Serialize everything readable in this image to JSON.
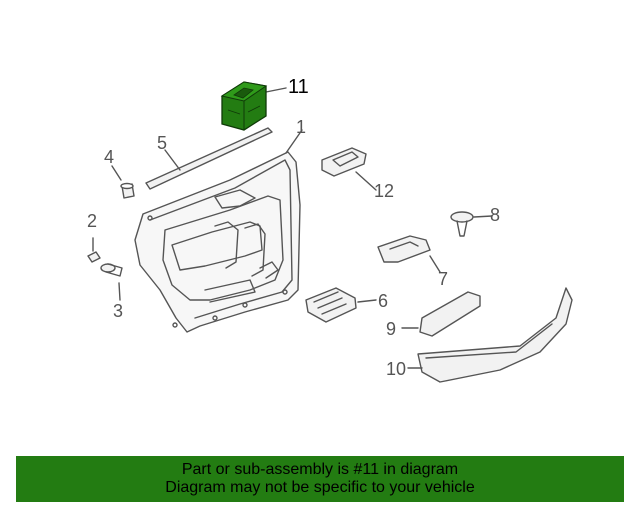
{
  "diagram": {
    "callouts": [
      "1",
      "2",
      "3",
      "4",
      "5",
      "6",
      "7",
      "8",
      "9",
      "10",
      "11",
      "12"
    ],
    "highlighted_part": "11",
    "colors": {
      "line": "#555555",
      "fill": "#f2f2f2",
      "highlight": "#237c12",
      "banner": "#237c12"
    }
  },
  "banner": {
    "line1": "Part or sub-assembly is #11 in diagram",
    "line2": "Diagram may not be specific to your vehicle"
  }
}
